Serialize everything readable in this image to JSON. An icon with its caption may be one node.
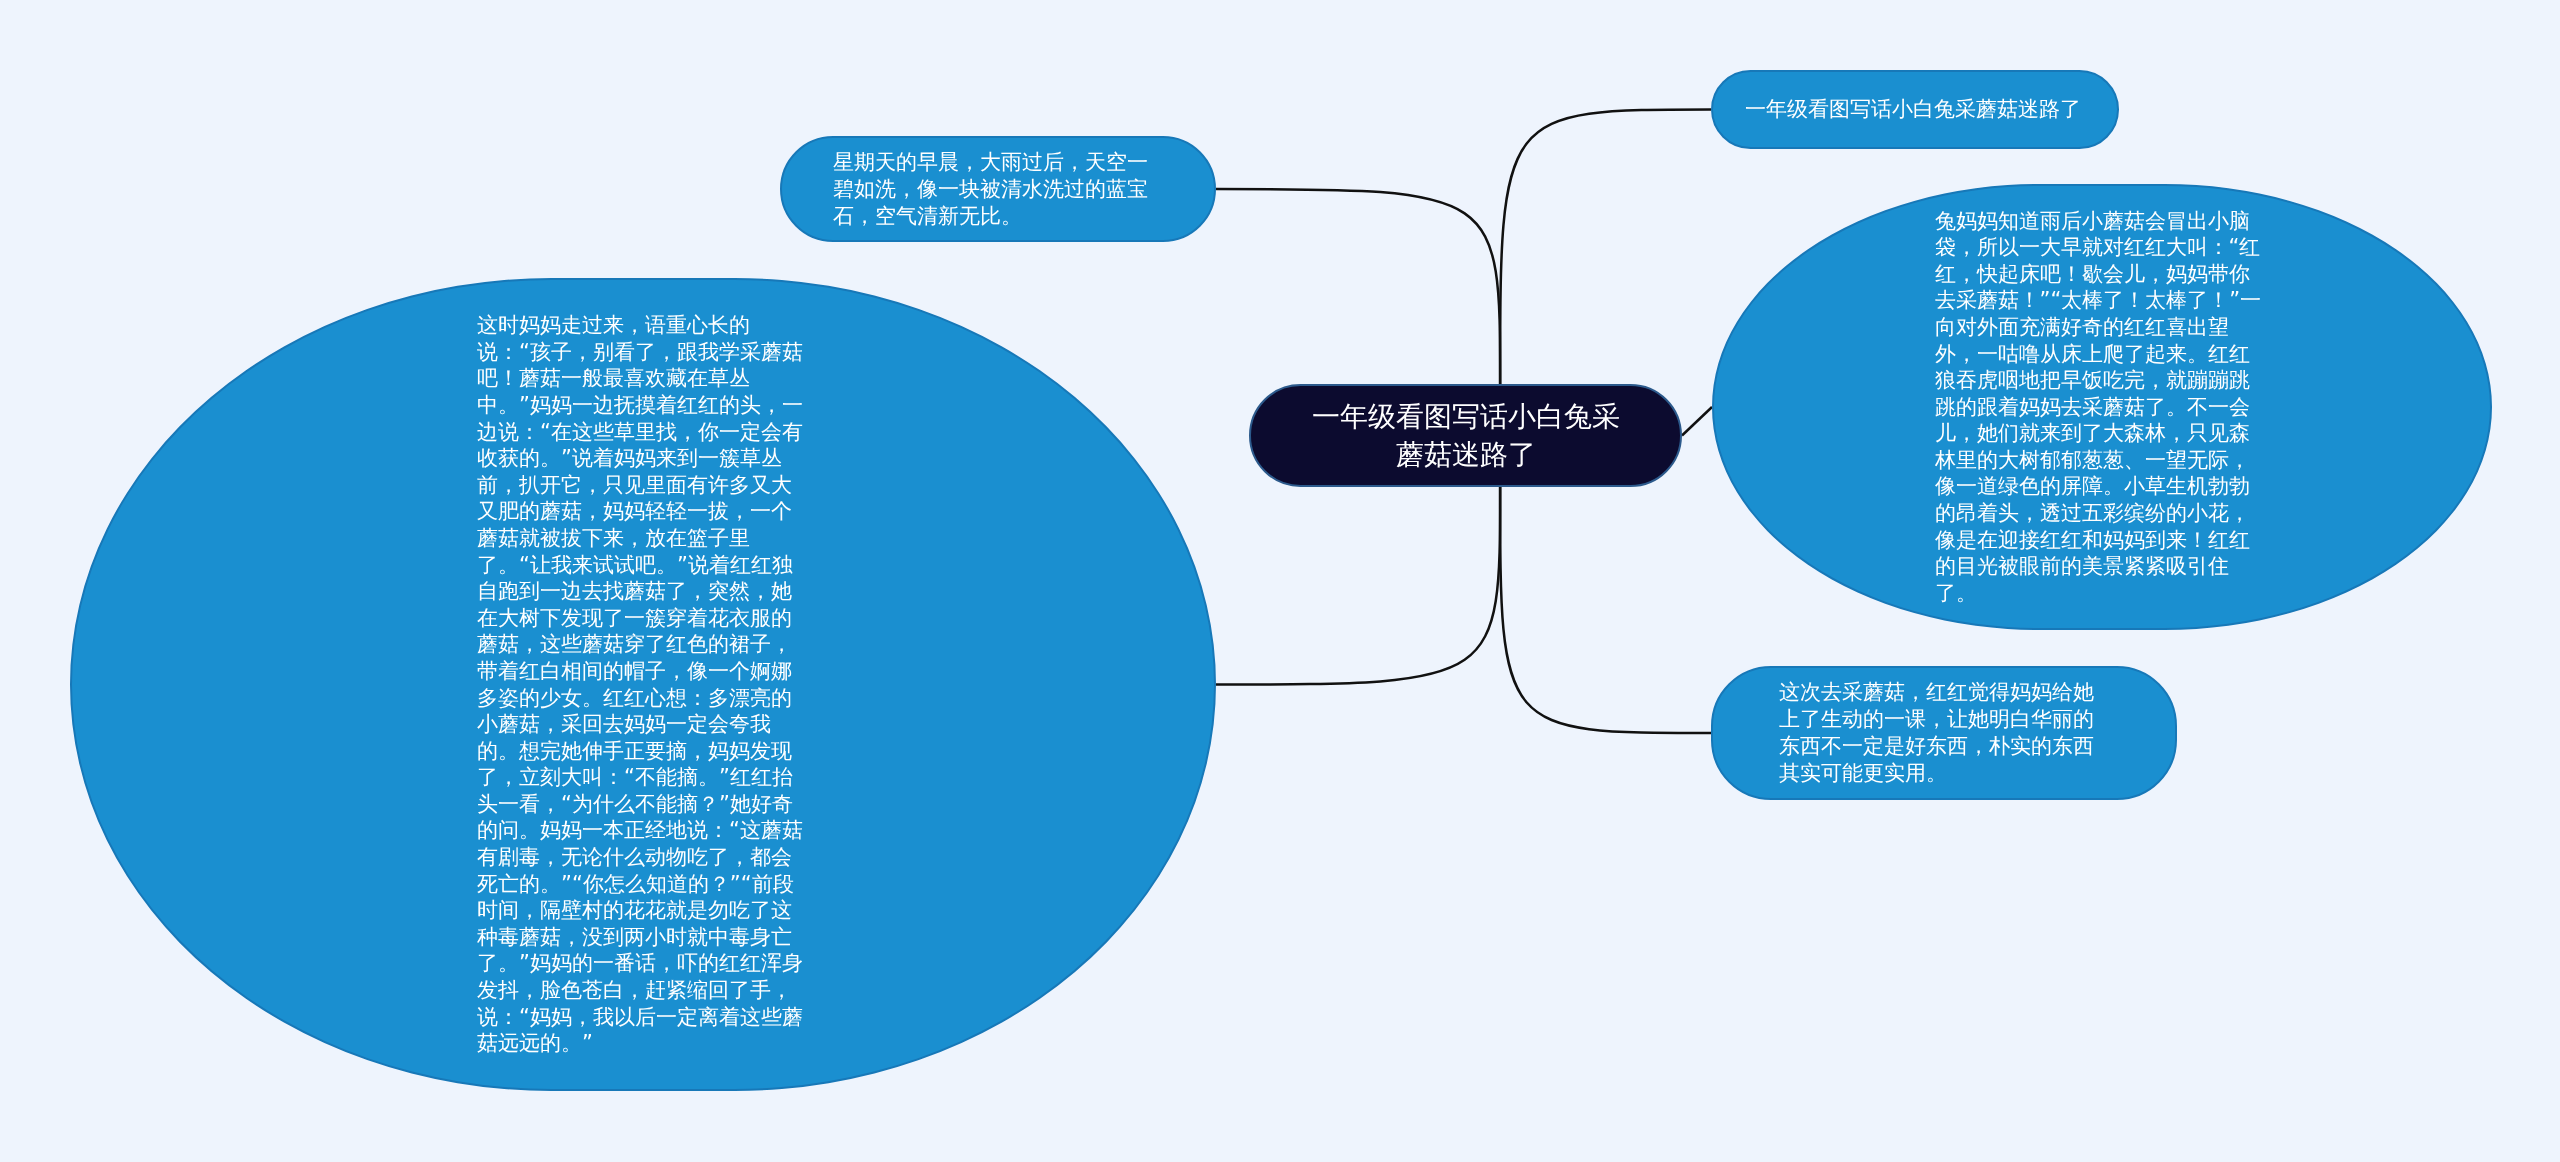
{
  "diagram": {
    "nodes": [
      {
        "text": [
          "一年级看图写话小白兔采蘑菇迷路了"
        ]
      },
      {
        "text": [
          "一年级看图写话小白兔采蘑菇迷路了"
        ]
      },
      {
        "text": [
          "星期天的早晨，大雨过后，天空一碧如洗，像一块被清水洗过的蓝宝石，空气清新无比。"
        ]
      },
      {
        "text": [
          "兔妈妈知道雨后小蘑菇会冒出小脑袋，所以一大早就对红红大叫：“红红，快起床吧！歇会儿，妈妈带你去采蘑菇！”“太棒了！太棒了！”一向对外面充满好奇的红红喜出望外，一咕噜从床上爬了起来。红红狼吞虎咽地把早饭吃完，就蹦蹦跳跳的跟着妈妈去采蘑菇了。不一会儿，她们就来到了大森林，只见森林里的大树郁郁葱葱、一望无际，像一道绿色的屏障。小草生机勃勃的昂着头，透过五彩缤纷的小花，像是在迎接红红和妈妈到来！红红的目光被眼前的美景紧紧吸引住了。"
        ]
      },
      {
        "text": [
          "这时妈妈走过来，语重心长的说：“孩子，别看了，跟我学采蘑菇吧！蘑菇一般最喜欢藏在草丛中。”妈妈一边抚摸着红红的头，一边说：“在这些草里找，你一定会有收获的。”说着妈妈来到一簇草丛前，扒开它，只见里面有许多又大又肥的蘑菇，妈妈轻轻一拔，一个蘑菇就被拔下来，放在篮子里了。“让我来试试吧。”说着红红独自跑到一边去找蘑菇了，突然，她在大树下发现了一簇穿着花衣服的蘑菇，这些蘑菇穿了红色的裙子，带着红白相间的帽子，像一个婀娜多姿的少女。红红心想：多漂亮的小蘑菇，采回去妈妈一定会夸我的。想完她伸手正要摘，妈妈发现了，立刻大叫：“不能摘。”红红抬头一看，“为什么不能摘？”她好奇的问。妈妈一本正经地说：“这蘑菇有剧毒，无论什么动物吃了，都会死亡的。”“你怎么知道的？”“前段时间，隔壁村的花花就是勿吃了这种毒蘑菇，没到两小时就中毒身亡了。”妈妈的一番话，吓的红红浑身发抖，脸色苍白，赶紧缩回了手，说：“妈妈，我以后一定离着这些蘑菇远远的。”"
        ]
      },
      {
        "text": [
          "这次去采蘑菇，红红觉得妈妈给她上了生动的一课，让她明白华丽的东西不一定是好东西，朴实的东西其实可能更实用。"
        ]
      }
    ],
    "edges": [
      {
        "from": 0,
        "to": 1,
        "arrow": "none"
      },
      {
        "from": 0,
        "to": 2,
        "arrow": "none"
      },
      {
        "from": 0,
        "to": 3,
        "arrow": "none"
      },
      {
        "from": 0,
        "to": 4,
        "arrow": "none"
      },
      {
        "from": 0,
        "to": 5,
        "arrow": "none"
      }
    ]
  }
}
